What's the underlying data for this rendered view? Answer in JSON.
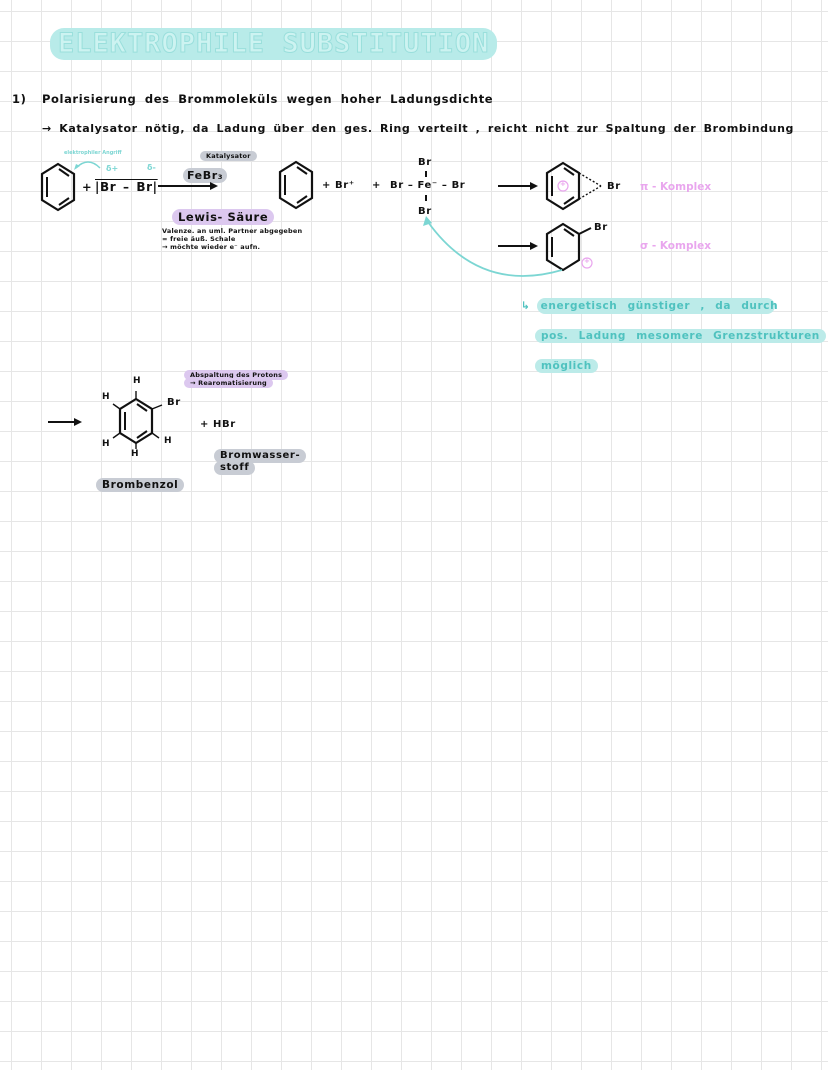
{
  "title": "ELEKTROPHILE SUBSTITUTION",
  "step1": {
    "number": "1)",
    "heading": "Polarisierung des Brommoleküls wegen hoher Ladungsdichte",
    "arrow_note": "→ Katalysator nötig, da Ladung über den ges. Ring verteilt , reicht nicht zur Spaltung der Brombindung"
  },
  "reaction1": {
    "attack_label": "elektrophiler Angriff",
    "delta_plus": "δ+",
    "delta_minus": "δ-",
    "plus1": "+",
    "bromine": "|Br – Br|",
    "catalyst_label": "Katalysator",
    "catalyst": "FeBr₃",
    "lewis": "Lewis- Säure",
    "note_line1": "Valenze. an uml. Partner abgegeben",
    "note_line2": "= freie äuß. Schale",
    "note_line3": "→ möchte wieder e⁻ aufn.",
    "br_plus": "+ Br⁺",
    "plus2": "+",
    "complex_top": "Br",
    "complex_mid": "Br – Fe⁻ – Br",
    "complex_bottom": "Br"
  },
  "complexes": {
    "pi_br": "Br",
    "pi_label": "π - Komplex",
    "pi_plus": "+",
    "sigma_br": "Br",
    "sigma_label": "σ - Komplex",
    "sigma_plus": "+",
    "note_line1": "↳ energetisch günstiger , da durch",
    "note_line2": "pos. Ladung mesomere Grenzstrukturen",
    "note_line3": "möglich"
  },
  "product": {
    "step_label_line1": "Abspaltung des Protons",
    "step_label_line2": "→ Rearomatisierung",
    "h_labels": [
      "H",
      "H",
      "H",
      "H",
      "H"
    ],
    "br": "Br",
    "plus_hbr": "+ HBr",
    "hbr_name_line1": "Bromwasser-",
    "hbr_name_line2": "stoff",
    "name": "Brombenzol"
  }
}
